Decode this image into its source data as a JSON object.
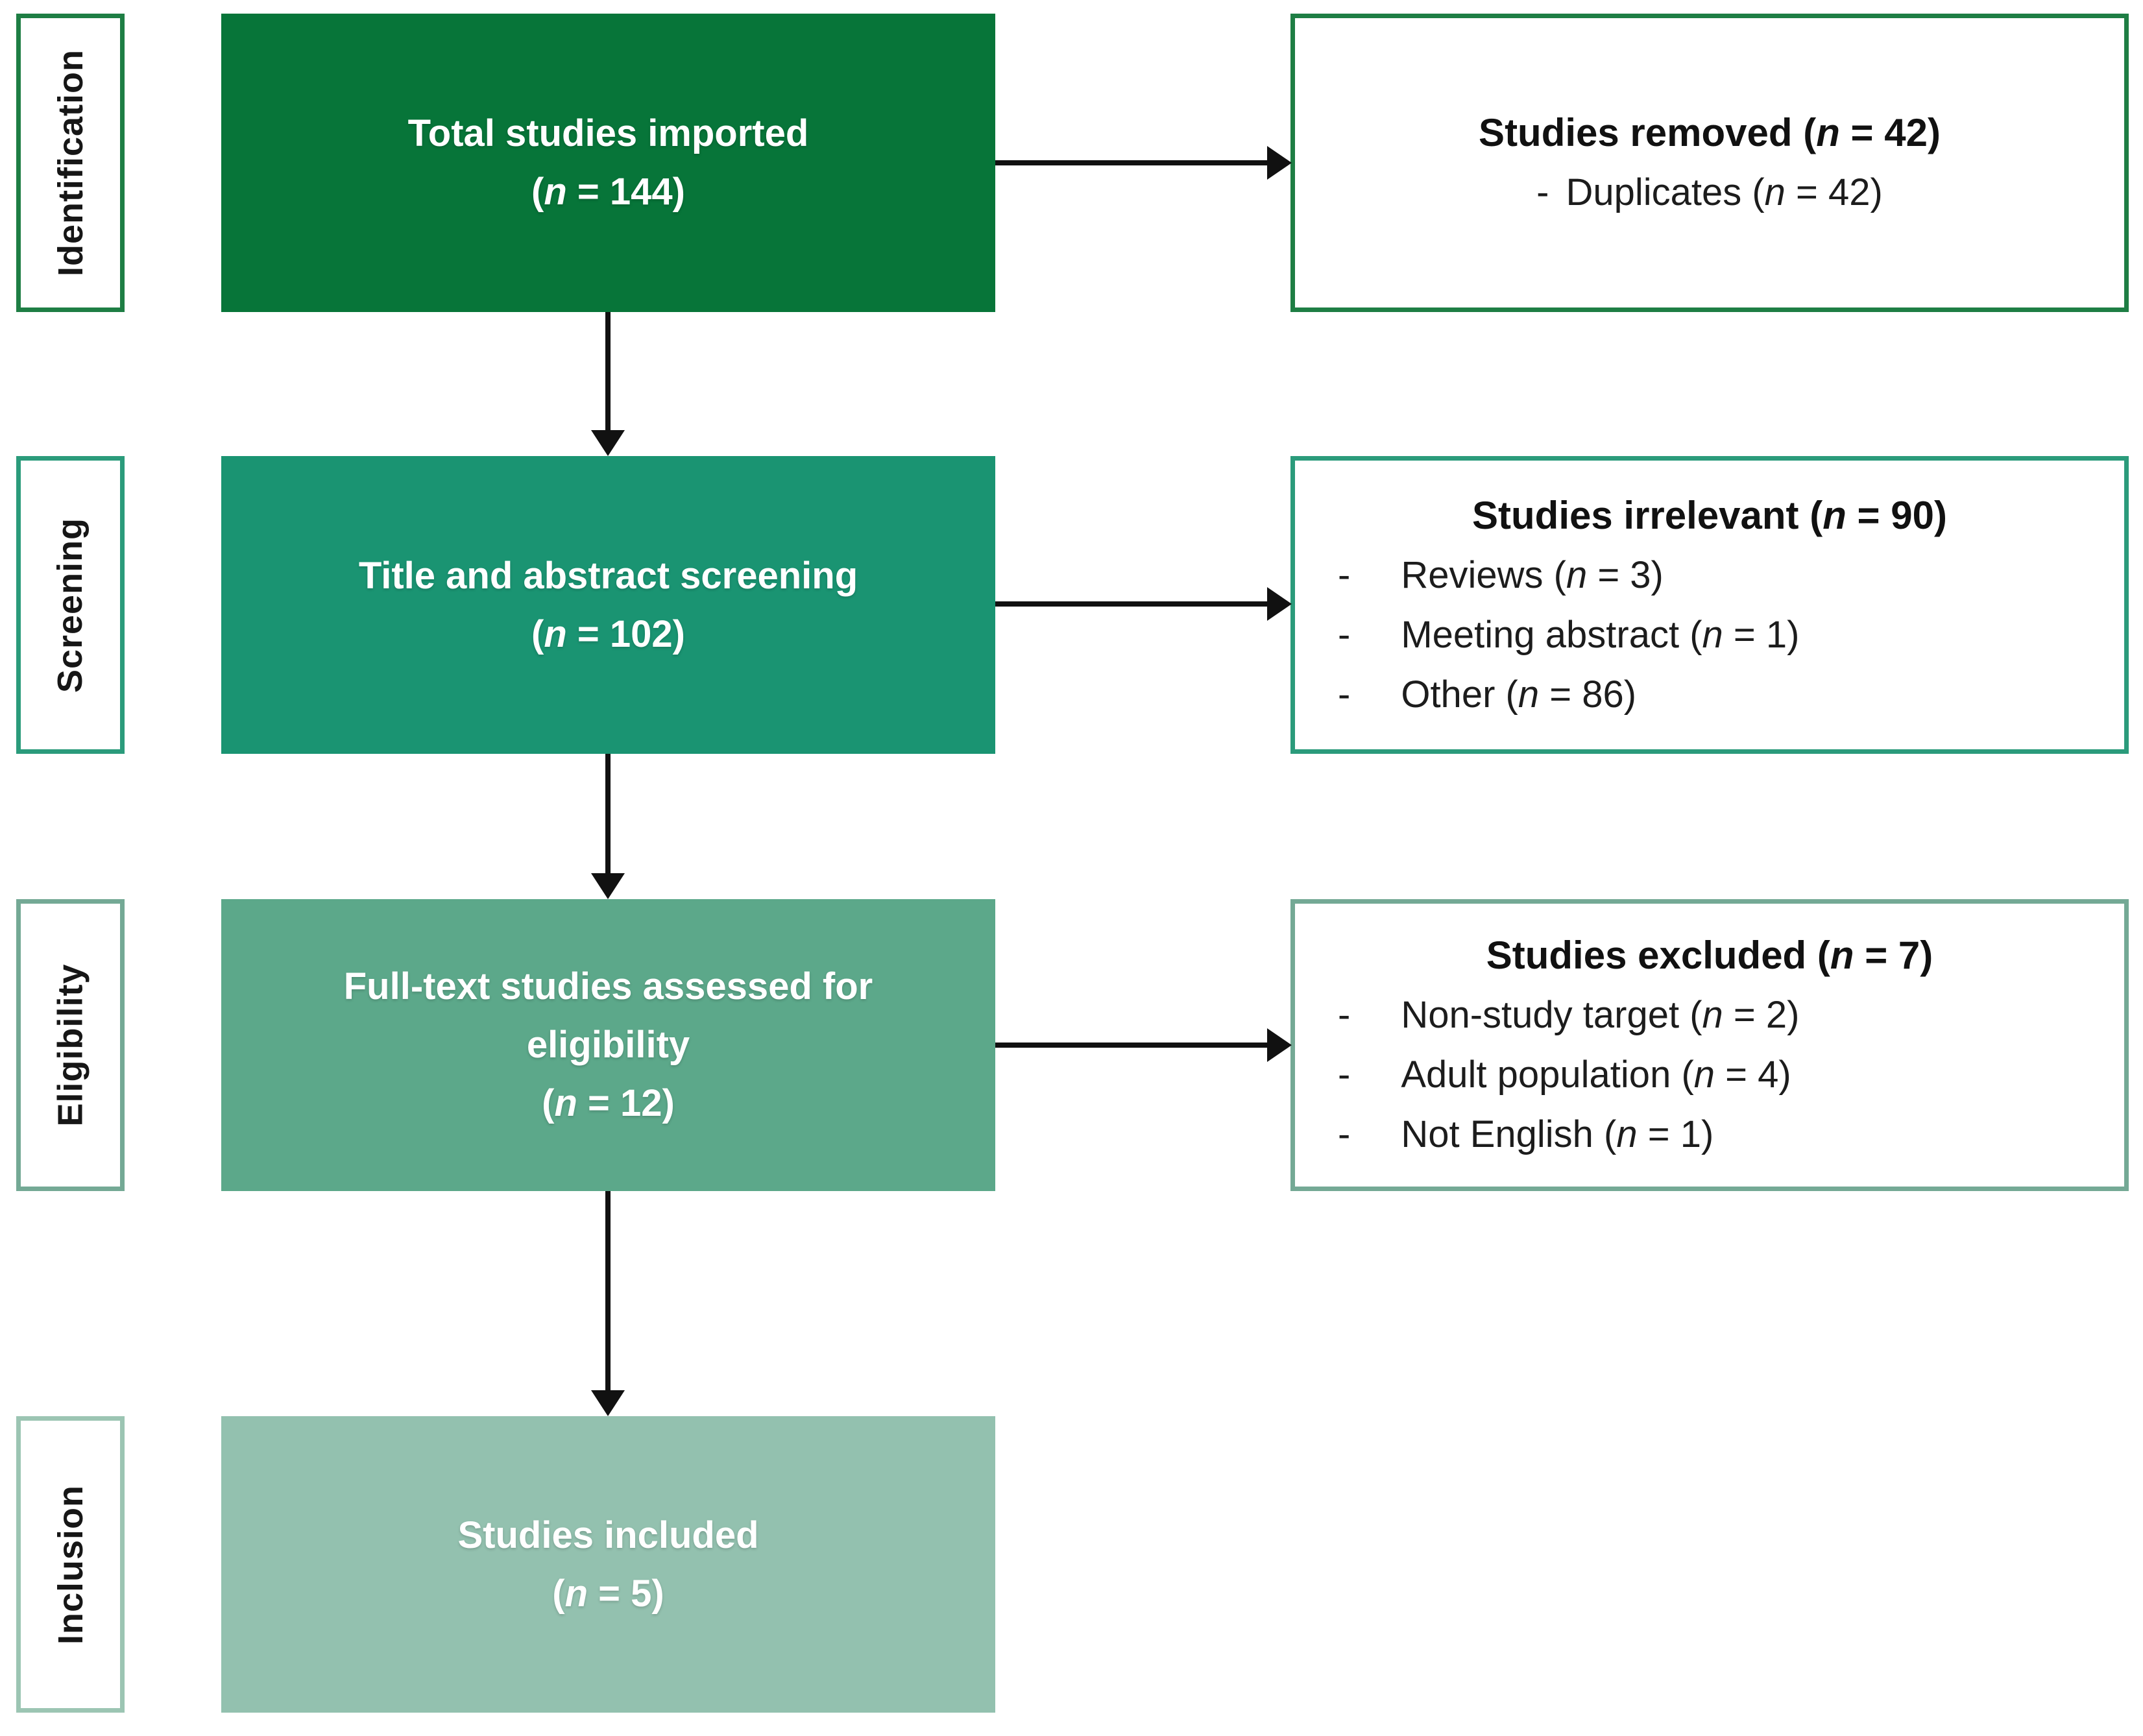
{
  "diagram_title": "PRISMA study selection flow diagram",
  "colors": {
    "background": "#ffffff",
    "arrow": "#111111",
    "box_text": "#ffffff",
    "label_text": "#161616",
    "side_text": "#1c1c1c",
    "row_fills": [
      "#077539",
      "#1a9472",
      "#5ca88a",
      "#93c1af"
    ],
    "row_borders": [
      "#1e7e44",
      "#2b9b7b",
      "#74a995",
      "#9cc5b3"
    ]
  },
  "stages": [
    {
      "label": "Identification"
    },
    {
      "label": "Screening"
    },
    {
      "label": "Eligibility"
    },
    {
      "label": "Inclusion"
    }
  ],
  "main_boxes": [
    {
      "name": "total-studies-imported",
      "lines": [
        [
          {
            "t": "Total studies imported"
          }
        ],
        [
          {
            "t": "("
          },
          {
            "t": "n",
            "i": true
          },
          {
            "t": " = 144)"
          }
        ]
      ]
    },
    {
      "name": "title-abstract-screening",
      "lines": [
        [
          {
            "t": "Title and abstract screening"
          }
        ],
        [
          {
            "t": "("
          },
          {
            "t": "n",
            "i": true
          },
          {
            "t": " = 102)"
          }
        ]
      ]
    },
    {
      "name": "full-text-assessed",
      "lines": [
        [
          {
            "t": "Full-text studies assessed for"
          }
        ],
        [
          {
            "t": "eligibility"
          }
        ],
        [
          {
            "t": "("
          },
          {
            "t": "n",
            "i": true
          },
          {
            "t": " = 12)"
          }
        ]
      ]
    },
    {
      "name": "studies-included",
      "lines": [
        [
          {
            "t": "Studies included"
          }
        ],
        [
          {
            "t": "("
          },
          {
            "t": "n",
            "i": true
          },
          {
            "t": " = 5)"
          }
        ]
      ]
    }
  ],
  "side_boxes": [
    {
      "name": "studies-removed",
      "header": [
        {
          "t": "Studies removed ("
        },
        {
          "t": "n",
          "i": true
        },
        {
          "t": " = 42)"
        }
      ],
      "items": [
        {
          "bullet": "-",
          "segs": [
            {
              "t": "Duplicates ("
            },
            {
              "t": "n",
              "i": true
            },
            {
              "t": " = 42)"
            }
          ]
        }
      ]
    },
    {
      "name": "studies-irrelevant",
      "header": [
        {
          "t": "Studies irrelevant ("
        },
        {
          "t": "n",
          "i": true
        },
        {
          "t": " = 90)"
        }
      ],
      "items": [
        {
          "bullet": "-",
          "segs": [
            {
              "t": "Reviews ("
            },
            {
              "t": "n",
              "i": true
            },
            {
              "t": " = 3)"
            }
          ]
        },
        {
          "bullet": "-",
          "segs": [
            {
              "t": "Meeting abstract ("
            },
            {
              "t": "n",
              "i": true
            },
            {
              "t": " = 1)"
            }
          ]
        },
        {
          "bullet": "-",
          "segs": [
            {
              "t": "Other ("
            },
            {
              "t": "n",
              "i": true
            },
            {
              "t": " = 86)"
            }
          ]
        }
      ]
    },
    {
      "name": "studies-excluded",
      "header": [
        {
          "t": "Studies excluded ("
        },
        {
          "t": "n",
          "i": true
        },
        {
          "t": " = 7)"
        }
      ],
      "items": [
        {
          "bullet": "-",
          "segs": [
            {
              "t": "Non-study target ("
            },
            {
              "t": "n",
              "i": true
            },
            {
              "t": " = 2)"
            }
          ]
        },
        {
          "bullet": "-",
          "segs": [
            {
              "t": "Adult population ("
            },
            {
              "t": "n",
              "i": true
            },
            {
              "t": " = 4)"
            }
          ]
        },
        {
          "bullet": "-",
          "segs": [
            {
              "t": "Not English ("
            },
            {
              "t": "n",
              "i": true
            },
            {
              "t": " = 1)"
            }
          ]
        }
      ]
    }
  ]
}
